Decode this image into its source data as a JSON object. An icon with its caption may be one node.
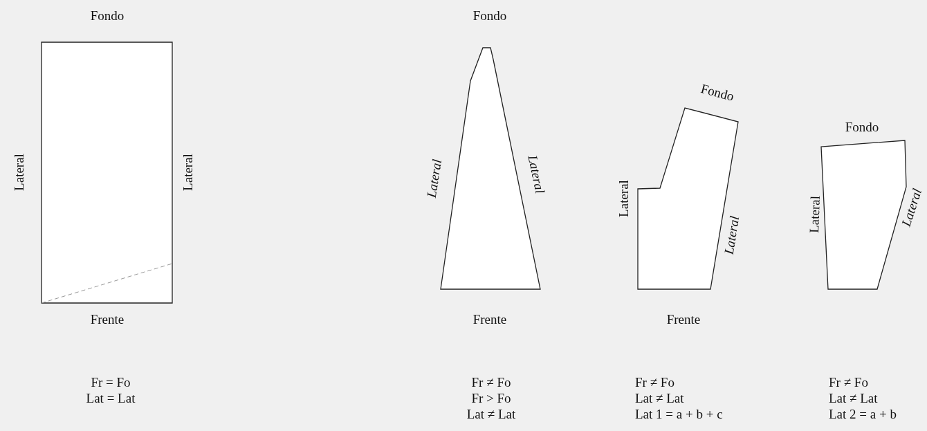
{
  "diagram": {
    "nodes": [
      {
        "text": [
          "Fondo",
          "Lateral",
          "Lateral",
          "Frente"
        ],
        "beside": [
          "Fr = Fo",
          "Lat = Lat"
        ]
      },
      {
        "text": [
          "Fondo",
          "Lateral",
          "Lateral",
          "Frente"
        ],
        "beside": [
          "Fr ≠ Fo",
          "Fr > Fo",
          "Lat ≠ Lat"
        ]
      },
      {
        "text": [
          "Fondo",
          "Lateral",
          "Lateral",
          "Frente"
        ],
        "beside": [
          "Fr ≠ Fo",
          "Lat ≠ Lat",
          "Lat 1 = a + b + c"
        ]
      },
      {
        "text": [
          "Fondo",
          "Lateral",
          "Lateral"
        ],
        "beside": [
          "Fr ≠ Fo",
          "Lat ≠ Lat",
          "Lat 2 = a + b"
        ]
      }
    ]
  }
}
